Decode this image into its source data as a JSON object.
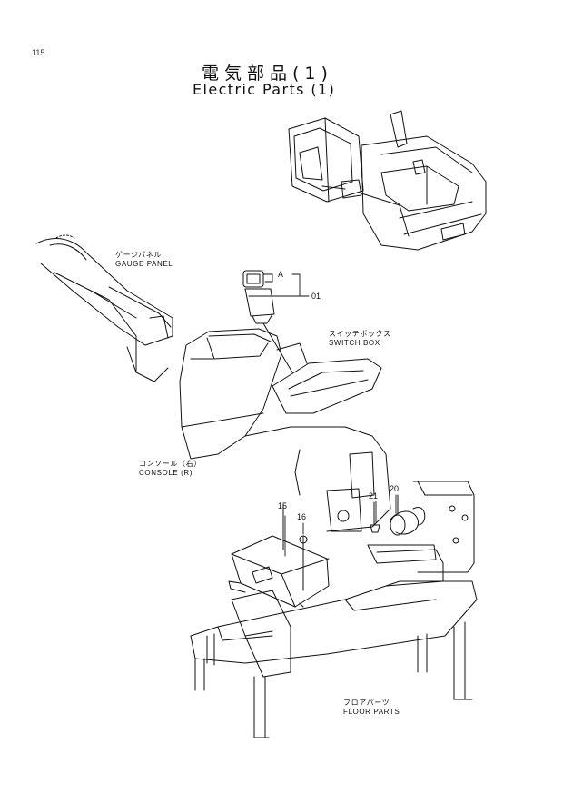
{
  "page_number": "115",
  "title": {
    "japanese": "電気部品(1)",
    "english": "Electric Parts (1)"
  },
  "labels": {
    "gauge_panel": {
      "jp": "ゲージパネル",
      "en": "GAUGE PANEL"
    },
    "switch_box": {
      "jp": "スイッチボックス",
      "en": "SWITCH BOX"
    },
    "console_r": {
      "jp": "コンソール（右）",
      "en": "CONSOLE (R)"
    },
    "floor_parts": {
      "jp": "フロアパーツ",
      "en": "FLOOR PARTS"
    }
  },
  "callouts": {
    "a": "A",
    "p01": "01",
    "p15": "15",
    "p16": "16",
    "p20": "20",
    "p21": "21"
  },
  "colors": {
    "ink": "#111111",
    "paper": "#ffffff"
  }
}
